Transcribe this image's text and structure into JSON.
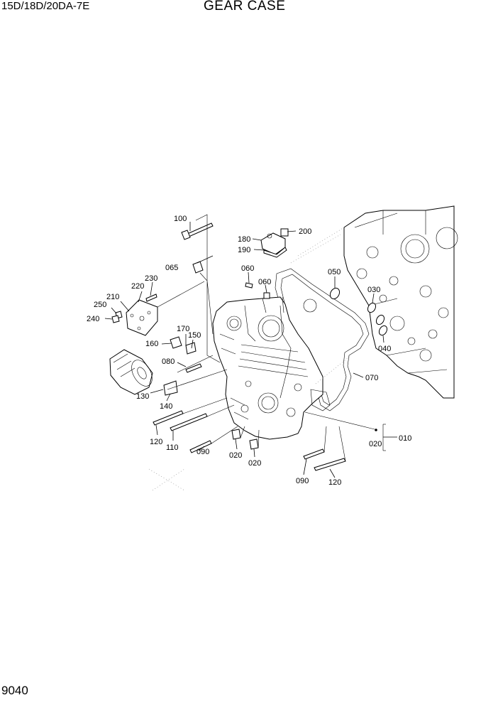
{
  "header": {
    "model": "15D/18D/20DA-7E",
    "title": "GEAR CASE"
  },
  "footer": {
    "page_number": "9040"
  },
  "callouts": [
    "100",
    "180",
    "200",
    "190",
    "065",
    "060",
    "060",
    "050",
    "030",
    "230",
    "220",
    "210",
    "250",
    "240",
    "170",
    "150",
    "160",
    "080",
    "040",
    "070",
    "130",
    "140",
    "010",
    "020",
    "120",
    "110",
    "090",
    "020",
    "020",
    "090",
    "120"
  ]
}
